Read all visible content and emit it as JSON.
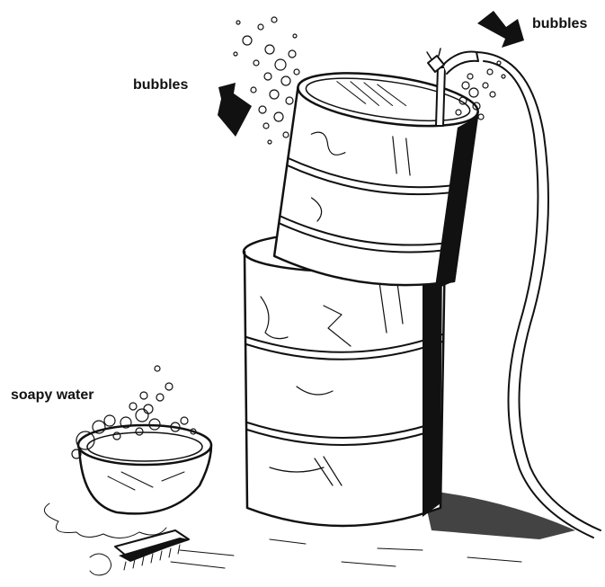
{
  "labels": {
    "bubbles_top_right": "bubbles",
    "bubbles_left": "bubbles",
    "soapy_water": "soapy water"
  }
}
